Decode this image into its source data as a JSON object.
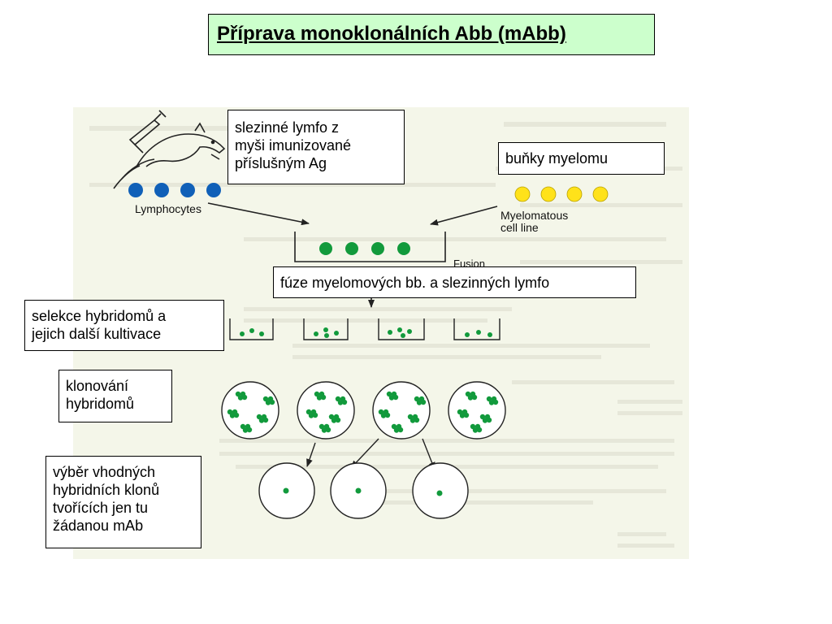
{
  "title": "Příprava monoklonálních Abb (mAbb)",
  "figure_labels": {
    "lymphocytes": "Lymphocytes",
    "myelomatous_line1": "Myelomatous",
    "myelomatous_line2": "cell line",
    "fusion": "Fusion"
  },
  "notes": {
    "spleen": [
      "slezinné lymfo z",
      "myši imunizované",
      "příslušným Ag"
    ],
    "myeloma": "buňky myelomu",
    "fusion": "fúze myelomových bb. a slezinných lymfo",
    "selection": [
      "selekce hybridomů a",
      "jejich další kultivace"
    ],
    "cloning": [
      "klonování",
      "hybridomů"
    ],
    "choice": [
      "výběr vhodných",
      "hybridních klonů",
      "tvořících jen tu",
      "žádanou mAb"
    ]
  },
  "colors": {
    "lymphocyte_blue": "#1060b8",
    "myeloma_yellow": "#ffe21a",
    "hybridoma_green": "#129a3c",
    "title_box_green": "#ccffcc",
    "scan_background": "#f4f6e9"
  },
  "icons": [
    "mouse-with-syringe-icon"
  ]
}
